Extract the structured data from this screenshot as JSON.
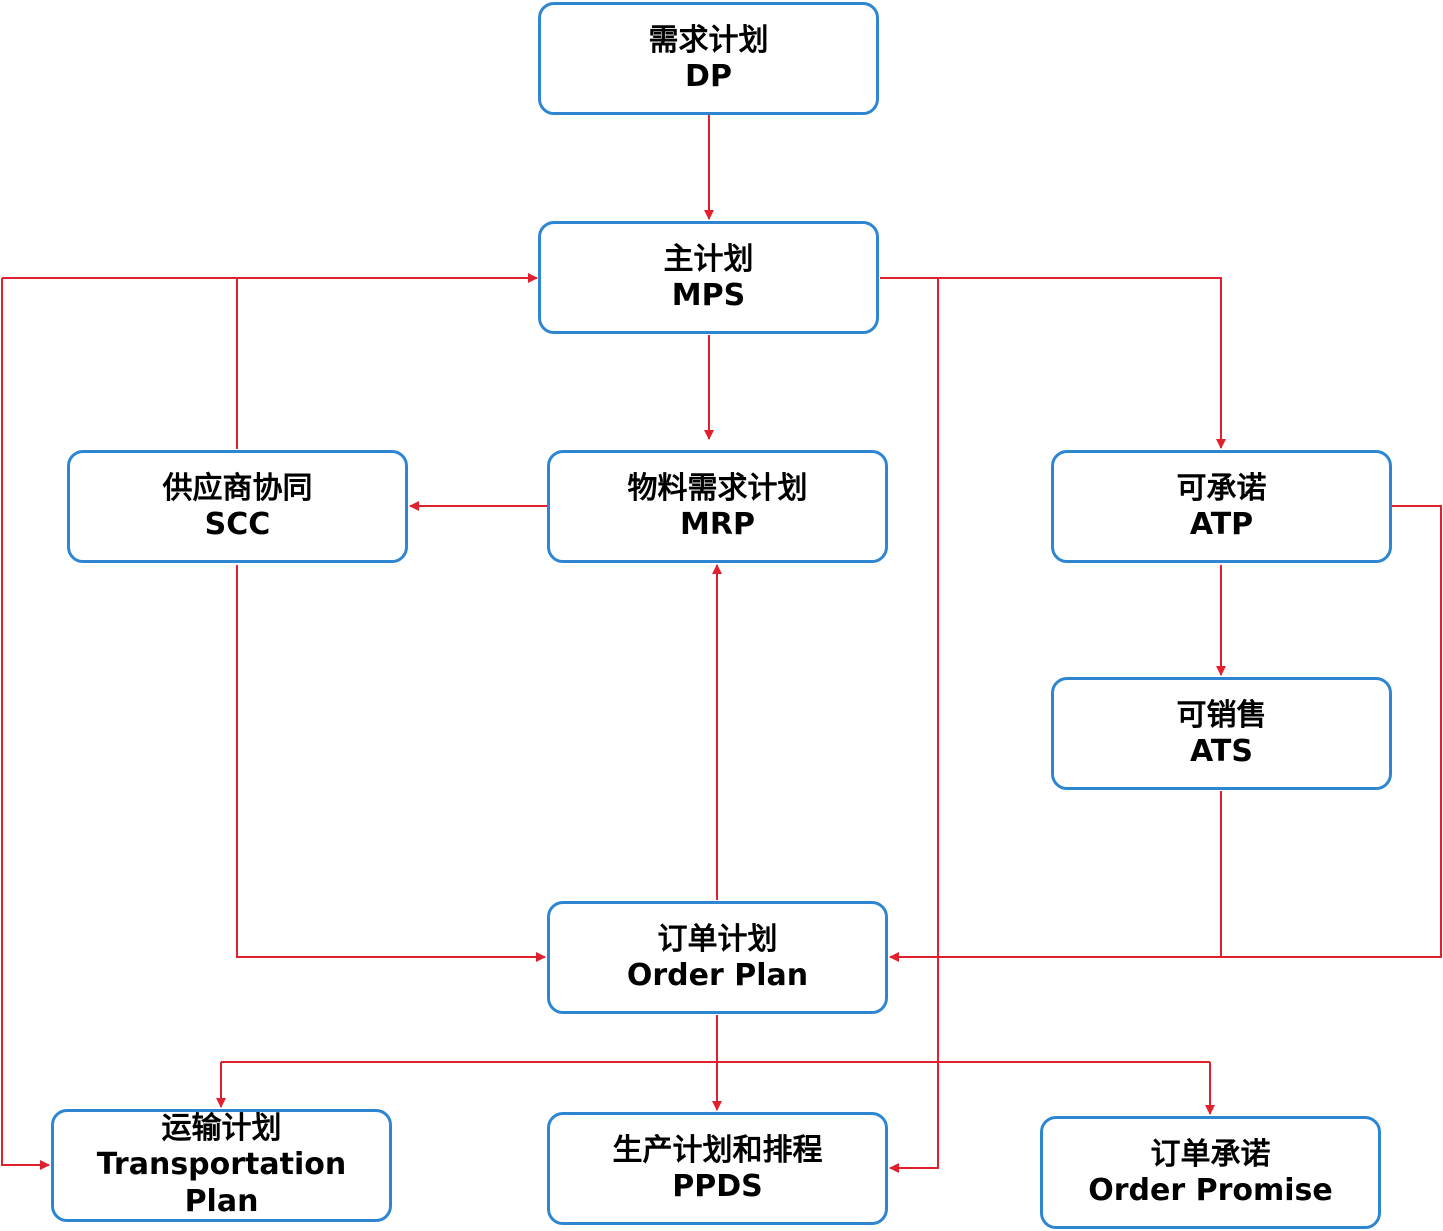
{
  "colors": {
    "node_border": "#2E86D1",
    "connector": "#E0202C",
    "text": "#000000"
  },
  "nodes": {
    "dp": {
      "zh": "需求计划",
      "en": "DP"
    },
    "mps": {
      "zh": "主计划",
      "en": "MPS"
    },
    "scc": {
      "zh": "供应商协同",
      "en": "SCC"
    },
    "mrp": {
      "zh": "物料需求计划",
      "en": "MRP"
    },
    "atp": {
      "zh": "可承诺",
      "en": "ATP"
    },
    "ats": {
      "zh": "可销售",
      "en": "ATS"
    },
    "op": {
      "zh": "订单计划",
      "en": "Order Plan"
    },
    "tp": {
      "zh": "运输计划",
      "en": "Transportation",
      "en2": "Plan"
    },
    "ppds": {
      "zh": "生产计划和排程",
      "en": "PPDS"
    },
    "opr": {
      "zh": "订单承诺",
      "en": "Order Promise"
    }
  }
}
